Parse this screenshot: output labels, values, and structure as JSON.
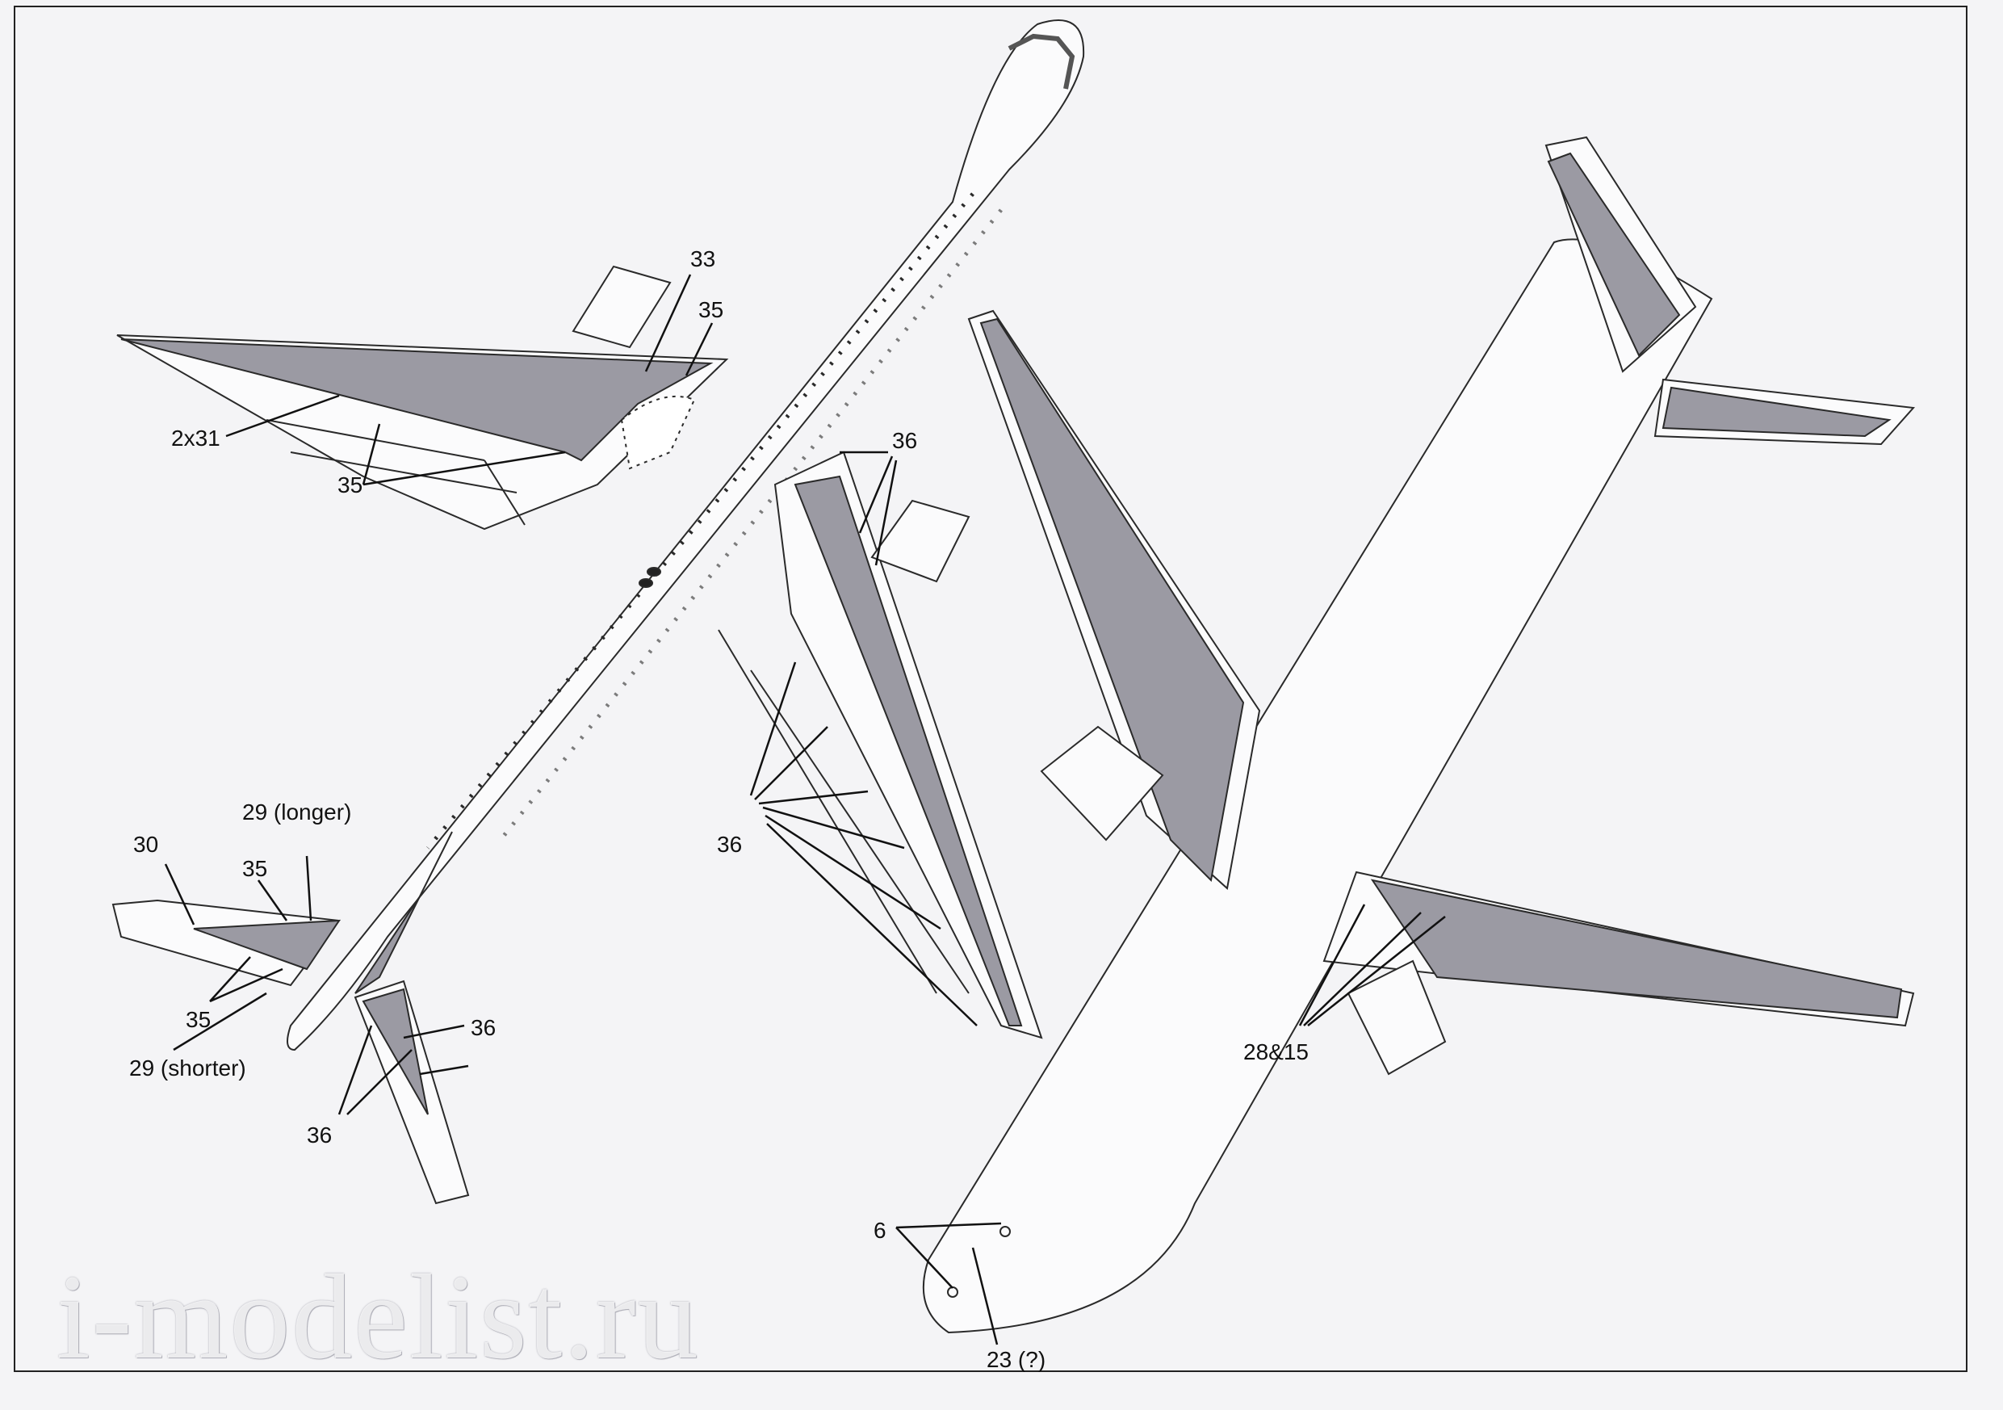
{
  "colors": {
    "paper": "#f4f4f6",
    "line": "#2a2a2a",
    "fill": "#9b9aa3",
    "light": "#c9ccd8"
  },
  "labels": {
    "top_33": "33",
    "top_35a": "35",
    "top_2x31": "2x31",
    "top_35b": "35",
    "wing_36a": "36",
    "wing_36b": "36",
    "tail_29_longer": "29 (longer)",
    "tail_30": "30",
    "tail_35a": "35",
    "tail_35b": "35",
    "tail_29_shorter": "29 (shorter)",
    "tail_36a": "36",
    "tail_36b": "36",
    "bottom_28_15": "28&15",
    "bottom_6": "6",
    "bottom_23": "23 (?)"
  },
  "watermark": "i-modelist.ru"
}
